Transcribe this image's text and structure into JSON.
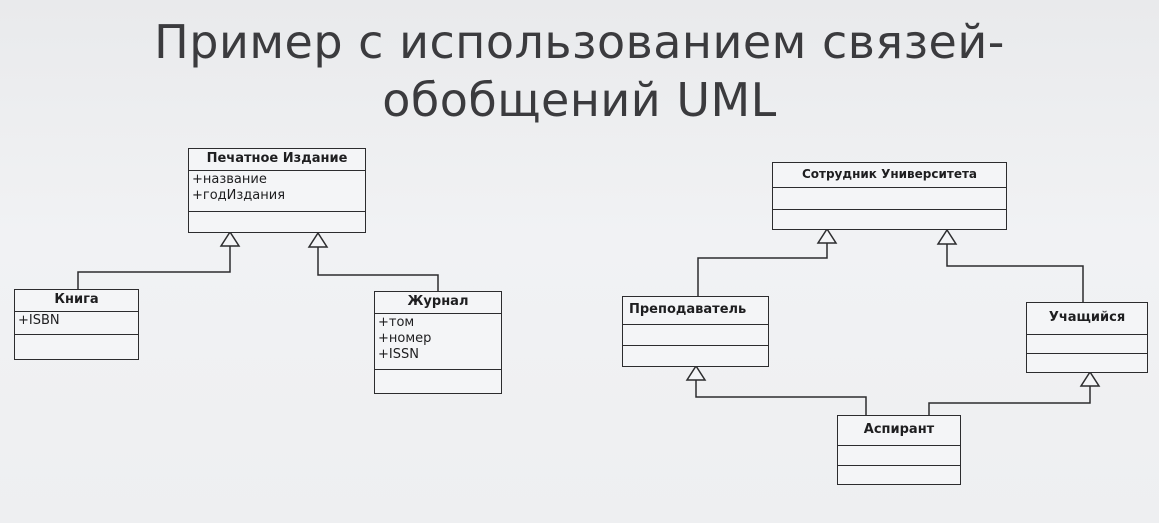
{
  "title": {
    "line1": "Пример с использованием связей-",
    "line2": "обобщений UML"
  },
  "classes": {
    "printed_edition": {
      "name": "Печатное Издание",
      "attributes": [
        "+название",
        "+годИздания"
      ]
    },
    "book": {
      "name": "Книга",
      "attributes": [
        "+ISBN"
      ]
    },
    "journal": {
      "name": "Журнал",
      "attributes": [
        "+том",
        "+номер",
        "+ISSN"
      ]
    },
    "university_employee": {
      "name": "Сотрудник Университета",
      "attributes": []
    },
    "teacher": {
      "name": "Преподаватель",
      "attributes": []
    },
    "student": {
      "name": "Учащийся",
      "attributes": []
    },
    "postgraduate": {
      "name": "Аспирант",
      "attributes": []
    }
  },
  "colors": {
    "text": "#1e1e20",
    "title": "#3b3b3e",
    "line": "#2c2c2e",
    "background": "#eeeff1"
  }
}
